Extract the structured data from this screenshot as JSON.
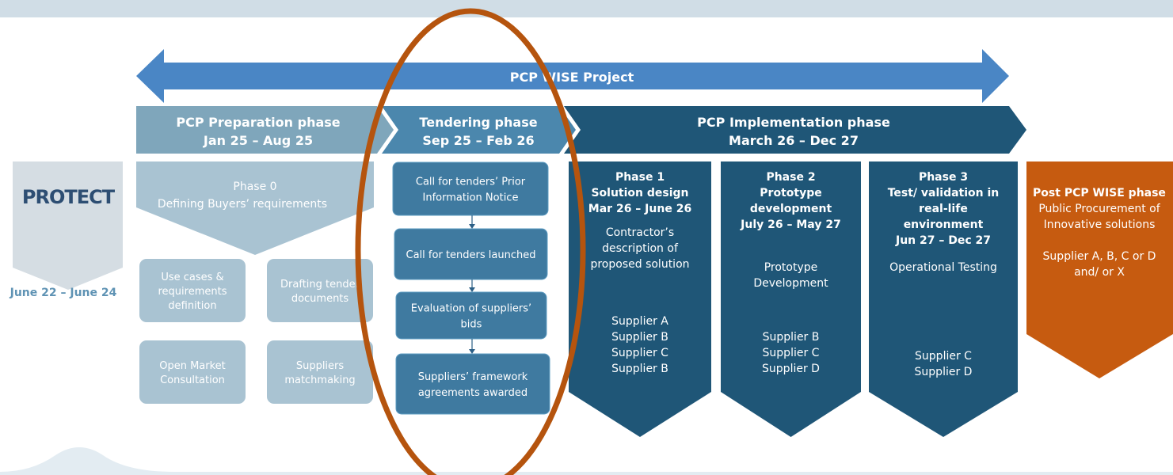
{
  "colors": {
    "banner": "#d0dde6",
    "project_arrow": "#4a86c5",
    "prep": "#7fa6bb",
    "prep_box": "#a9c3d2",
    "tender": "#4b87ad",
    "tender_box": "#3f7aa0",
    "impl": "#1f5677",
    "post": "#c65b10",
    "ellipse": "#b5540e",
    "protect_shape": "#d5dde3",
    "date_text": "#5f93b4"
  },
  "project": {
    "label": "PCP WISE Project"
  },
  "protect": {
    "logo": "PROTECT",
    "dates": "June 22 – June 24"
  },
  "prep": {
    "header": [
      "PCP Preparation phase",
      "Jan 25 – Aug 25"
    ],
    "phase0": [
      "Phase 0",
      "Defining Buyers’ requirements"
    ],
    "boxes": [
      [
        "Use cases &",
        "requirements",
        "definition"
      ],
      [
        "Drafting tender",
        "documents"
      ],
      [
        "Open Market",
        "Consultation"
      ],
      [
        "Suppliers",
        "matchmaking"
      ]
    ]
  },
  "tender": {
    "header": [
      "Tendering phase",
      "Sep 25 – Feb 26"
    ],
    "steps": [
      [
        "Call for tenders’ Prior",
        "Information Notice"
      ],
      [
        "Call for tenders launched"
      ],
      [
        "Evaluation of suppliers’",
        "bids"
      ],
      [
        "Suppliers’ framework",
        "agreements awarded"
      ]
    ]
  },
  "impl": {
    "header": [
      "PCP Implementation phase",
      "March 26 –  Dec 27"
    ],
    "phases": [
      {
        "title": [
          "Phase 1",
          "Solution design",
          "Mar 26 – June 26"
        ],
        "desc": [
          "Contractor’s",
          "description of",
          "proposed solution"
        ],
        "suppliers": [
          "Supplier A",
          "Supplier B",
          "Supplier C",
          "Supplier B"
        ]
      },
      {
        "title": [
          "Phase 2",
          "Prototype",
          "development",
          "July 26 – May 27"
        ],
        "desc": [
          "Prototype",
          "Development"
        ],
        "suppliers": [
          "Supplier B",
          "Supplier C",
          "Supplier D"
        ]
      },
      {
        "title": [
          "Phase 3",
          "Test/ validation in",
          "real-life",
          "environment",
          "Jun 27 – Dec 27"
        ],
        "desc": [
          "Operational Testing"
        ],
        "suppliers": [
          "Supplier C",
          "Supplier D"
        ]
      }
    ]
  },
  "post": {
    "title": "Post PCP WISE phase",
    "lines": [
      "Public Procurement of",
      "Innovative solutions",
      "",
      "Supplier A, B, C or D",
      "and/ or X"
    ]
  }
}
